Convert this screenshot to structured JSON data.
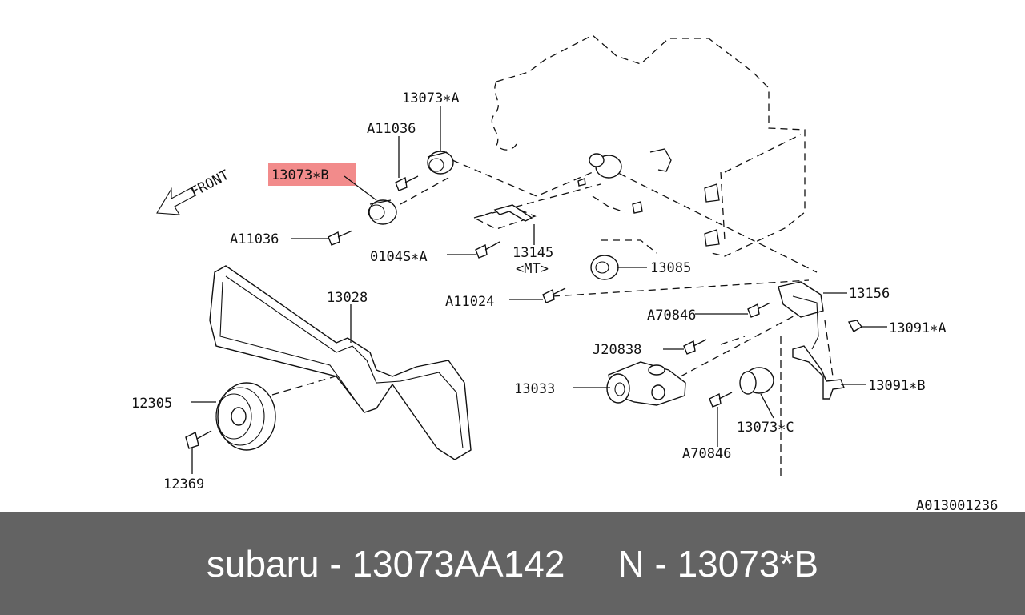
{
  "diagram": {
    "highlight_color": "#f28b8b",
    "front_label": "FRONT",
    "reference_code": "A013001236",
    "labels": {
      "p13073A": "13073∗A",
      "a11036_top": "A11036",
      "p13073B": "13073∗B",
      "a11036_left": "A11036",
      "p0104SA": "0104S∗A",
      "p13145": "13145",
      "mt": "<MT>",
      "p13085": "13085",
      "a11024": "A11024",
      "p13028": "13028",
      "p13156": "13156",
      "a70846_top": "A70846",
      "p13091A": "13091∗A",
      "j20838": "J20838",
      "p13033": "13033",
      "p13091B": "13091∗B",
      "p12305": "12305",
      "p13073C": "13073∗C",
      "a70846_bottom": "A70846",
      "p12369": "12369"
    }
  },
  "footer": {
    "brand": "subaru",
    "dash1": "-",
    "part_number": "13073AA142",
    "n_label": "N",
    "dash2": "-",
    "diagram_ref": "13073*B",
    "background": "#636363",
    "text_color": "#ffffff"
  }
}
